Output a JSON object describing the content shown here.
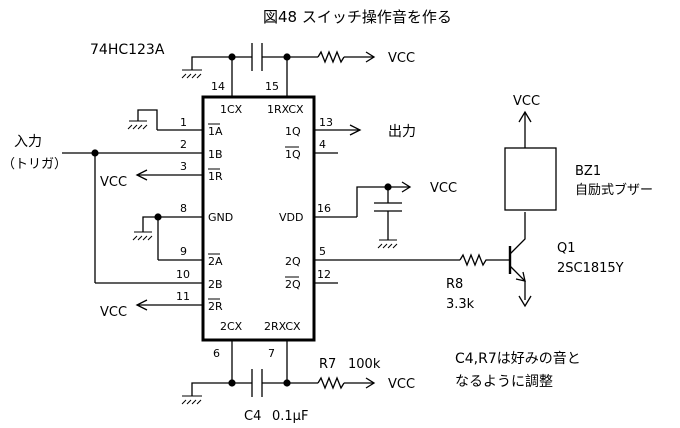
{
  "title": "図48  スイッチ操作音を作る",
  "ic": {
    "part_number": "74HC123A",
    "pins": [
      {
        "num": "1",
        "name": "1A",
        "overbar": true
      },
      {
        "num": "2",
        "name": "1B",
        "overbar": false
      },
      {
        "num": "3",
        "name": "1R",
        "overbar": true
      },
      {
        "num": "8",
        "name": "GND",
        "overbar": false
      },
      {
        "num": "9",
        "name": "2A",
        "overbar": true
      },
      {
        "num": "10",
        "name": "2B",
        "overbar": false
      },
      {
        "num": "11",
        "name": "2R",
        "overbar": true
      },
      {
        "num": "13",
        "name": "1Q",
        "overbar": false
      },
      {
        "num": "4",
        "name": "1Q",
        "overbar": true
      },
      {
        "num": "16",
        "name": "VDD",
        "overbar": false
      },
      {
        "num": "5",
        "name": "2Q",
        "overbar": false
      },
      {
        "num": "12",
        "name": "2Q",
        "overbar": true
      },
      {
        "num": "14",
        "name": "1CX",
        "overbar": false
      },
      {
        "num": "15",
        "name": "1RXCX",
        "overbar": false
      },
      {
        "num": "6",
        "name": "2CX",
        "overbar": false
      },
      {
        "num": "7",
        "name": "2RXCX",
        "overbar": false
      }
    ]
  },
  "labels": {
    "input_line1": "入力",
    "input_line2": "（トリガ）",
    "output": "出力",
    "vcc": "VCC",
    "bz1_ref": "BZ1",
    "bz1_desc": "自励式ブザー",
    "q1_ref": "Q1",
    "q1_part": "2SC1815Y",
    "r8_ref": "R8",
    "r8_value": "3.3k",
    "r7_ref": "R7",
    "r7_value": "100k",
    "c4_ref": "C4",
    "c4_value": "0.1μF",
    "note_line1": "C4,R7は好みの音と",
    "note_line2": "なるように調整"
  }
}
